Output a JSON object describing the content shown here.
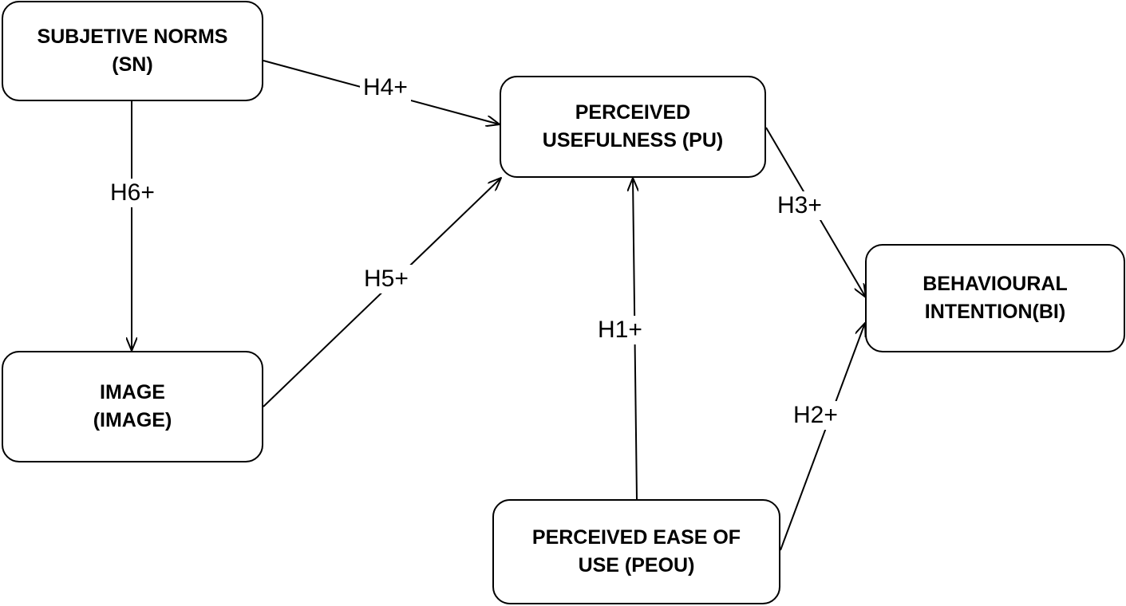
{
  "nodes": {
    "sn": {
      "line1": "SUBJETIVE NORMS",
      "line2": "(SN)"
    },
    "image": {
      "line1": "IMAGE",
      "line2": "(IMAGE)"
    },
    "pu": {
      "line1": "PERCEIVED",
      "line2": "USEFULNESS (PU)"
    },
    "bi": {
      "line1": "BEHAVIOURAL",
      "line2": "INTENTION(BI)"
    },
    "peou": {
      "line1": "PERCEIVED EASE OF",
      "line2": "USE (PEOU)"
    }
  },
  "edges": [
    {
      "from": "SUBJETIVE NORMS (SN)",
      "to": "PERCEIVED USEFULNESS (PU)",
      "label": "H4+"
    },
    {
      "from": "SUBJETIVE NORMS (SN)",
      "to": "IMAGE (IMAGE)",
      "label": "H6+"
    },
    {
      "from": "IMAGE (IMAGE)",
      "to": "PERCEIVED USEFULNESS (PU)",
      "label": "H5+"
    },
    {
      "from": "PERCEIVED USEFULNESS (PU)",
      "to": "BEHAVIOURAL INTENTION(BI)",
      "label": "H3+"
    },
    {
      "from": "PERCEIVED EASE OF USE (PEOU)",
      "to": "PERCEIVED USEFULNESS (PU)",
      "label": "H1+"
    },
    {
      "from": "PERCEIVED EASE OF USE (PEOU)",
      "to": "BEHAVIOURAL INTENTION(BI)",
      "label": "H2+"
    }
  ],
  "colors": {
    "stroke": "#000000",
    "background": "#ffffff"
  }
}
